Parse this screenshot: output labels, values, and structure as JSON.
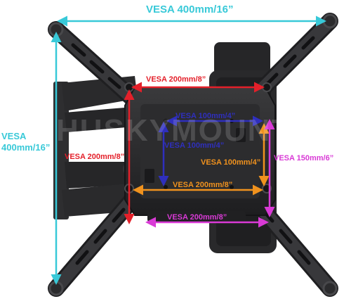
{
  "colors": {
    "cyan": "#38c9d8",
    "red": "#e4202a",
    "blue": "#2f2fbd",
    "orange": "#f0921e",
    "magenta": "#d93ad6",
    "metal": "#2a2a2c"
  },
  "labels": {
    "vesa_400_top": "VESA 400mm/16”",
    "vesa_400_left_line1": "VESA",
    "vesa_400_left_line2": "400mm/16”",
    "vesa_200_top": "VESA 200mm/8”",
    "vesa_200_left": "VESA 200mm/8”",
    "vesa_100_top": "VESA 100mm/4”",
    "vesa_100_left": "VESA 100mm/4”",
    "vesa_100_right": "VESA 100mm/4”",
    "vesa_200_bottom": "VESA 200mm/8”",
    "vesa_150_right": "VESA 150mm/6”",
    "vesa_200_lower": "VESA 200mm/8”",
    "watermark": "HUSKYMOUNT"
  }
}
